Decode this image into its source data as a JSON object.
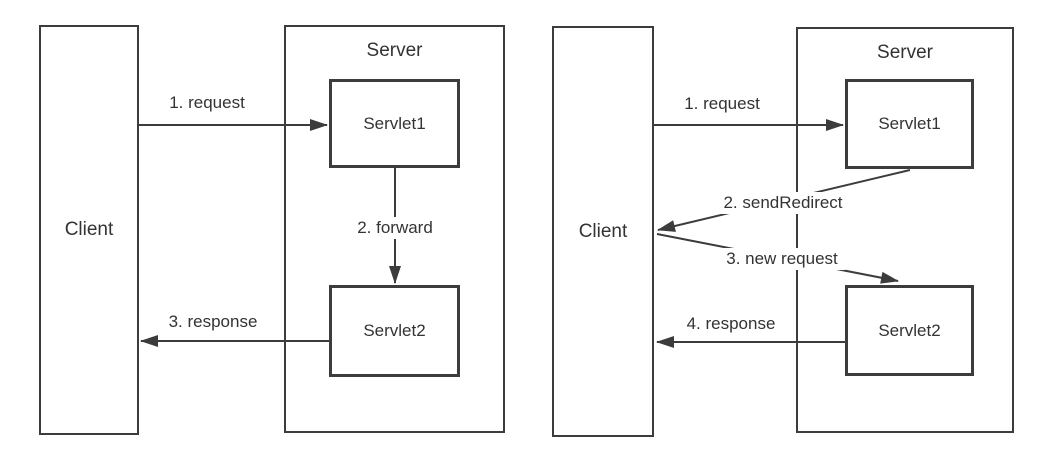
{
  "colors": {
    "line": "#3c3c3c",
    "text": "#333333",
    "background": "#ffffff"
  },
  "left": {
    "client_label": "Client",
    "server_label": "Server",
    "servlet1_label": "Servlet1",
    "servlet2_label": "Servlet2",
    "arrow_request": "1. request",
    "arrow_forward": "2. forward",
    "arrow_response": "3. response"
  },
  "right": {
    "client_label": "Client",
    "server_label": "Server",
    "servlet1_label": "Servlet1",
    "servlet2_label": "Servlet2",
    "arrow_request": "1. request",
    "arrow_send_redirect": "2. sendRedirect",
    "arrow_new_request": "3. new request",
    "arrow_response": "4. response"
  }
}
